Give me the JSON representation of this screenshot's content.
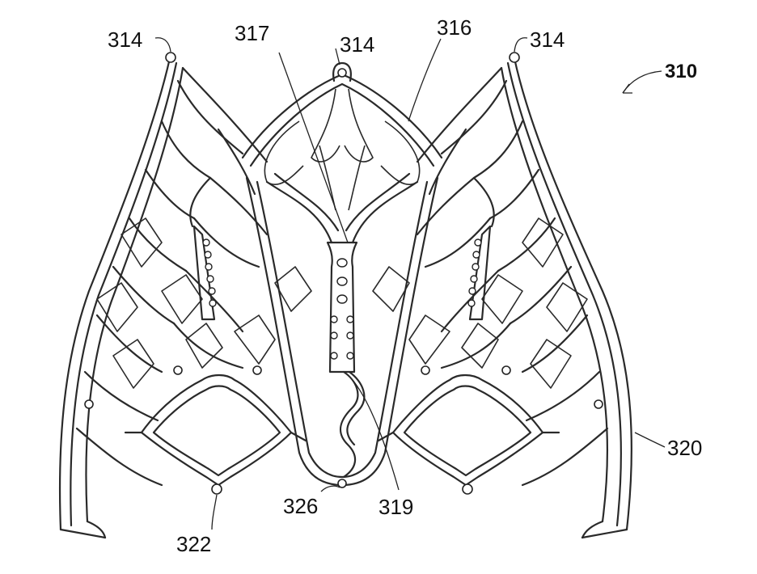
{
  "figure": {
    "labels": {
      "l310": "310",
      "l314_left": "314",
      "l314_center": "314",
      "l314_right": "314",
      "l316": "316",
      "l317": "317",
      "l319": "319",
      "l320": "320",
      "l322": "322",
      "l326": "326"
    }
  }
}
